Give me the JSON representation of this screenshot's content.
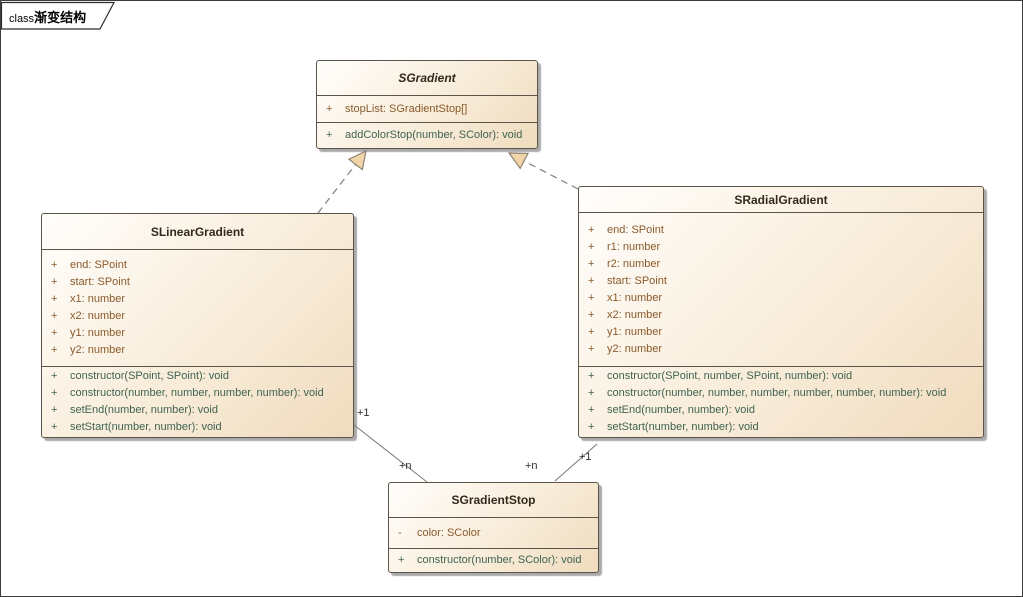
{
  "frame": {
    "keyword": "class",
    "title": "渐变结构"
  },
  "colors": {
    "box_fill_light": "#fffefc",
    "box_fill_tan": "#f0dcbe",
    "box_border": "#5b5448",
    "attribute_text": "#8a5a2a",
    "method_text": "#3f6351",
    "arrowhead_fill": "#f0d5a8",
    "line_gray": "#808080"
  },
  "classes": {
    "sgradient": {
      "name": "SGradient",
      "abstract": true,
      "attributes": [
        {
          "vis": "+",
          "text": "stopList: SGradientStop[]"
        }
      ],
      "methods": [
        {
          "vis": "+",
          "text": "addColorStop(number, SColor): void"
        }
      ]
    },
    "slinear": {
      "name": "SLinearGradient",
      "abstract": false,
      "attributes": [
        {
          "vis": "+",
          "text": "end: SPoint"
        },
        {
          "vis": "+",
          "text": "start: SPoint"
        },
        {
          "vis": "+",
          "text": "x1: number"
        },
        {
          "vis": "+",
          "text": "x2: number"
        },
        {
          "vis": "+",
          "text": "y1: number"
        },
        {
          "vis": "+",
          "text": "y2: number"
        }
      ],
      "methods": [
        {
          "vis": "+",
          "text": "constructor(SPoint, SPoint): void"
        },
        {
          "vis": "+",
          "text": "constructor(number, number, number, number): void"
        },
        {
          "vis": "+",
          "text": "setEnd(number, number): void"
        },
        {
          "vis": "+",
          "text": "setStart(number, number): void"
        }
      ]
    },
    "sradial": {
      "name": "SRadialGradient",
      "abstract": false,
      "attributes": [
        {
          "vis": "+",
          "text": "end: SPoint"
        },
        {
          "vis": "+",
          "text": "r1: number"
        },
        {
          "vis": "+",
          "text": "r2: number"
        },
        {
          "vis": "+",
          "text": "start: SPoint"
        },
        {
          "vis": "+",
          "text": "x1: number"
        },
        {
          "vis": "+",
          "text": "x2: number"
        },
        {
          "vis": "+",
          "text": "y1: number"
        },
        {
          "vis": "+",
          "text": "y2: number"
        }
      ],
      "methods": [
        {
          "vis": "+",
          "text": "constructor(SPoint, number, SPoint, number): void"
        },
        {
          "vis": "+",
          "text": "constructor(number, number, number, number, number, number): void"
        },
        {
          "vis": "+",
          "text": "setEnd(number, number): void"
        },
        {
          "vis": "+",
          "text": "setStart(number, number): void"
        }
      ]
    },
    "sstop": {
      "name": "SGradientStop",
      "abstract": false,
      "attributes": [
        {
          "vis": "-",
          "text": "color: SColor"
        }
      ],
      "methods": [
        {
          "vis": "+",
          "text": "constructor(number, SColor): void"
        }
      ]
    }
  },
  "connectors": {
    "linear_realizes_gradient": {
      "type": "realization"
    },
    "radial_realizes_gradient": {
      "type": "realization"
    },
    "linear_stop_association": {
      "source_multiplicity": "+1",
      "target_multiplicity": "+n"
    },
    "radial_stop_association": {
      "source_multiplicity": "+1",
      "target_multiplicity": "+n"
    }
  }
}
